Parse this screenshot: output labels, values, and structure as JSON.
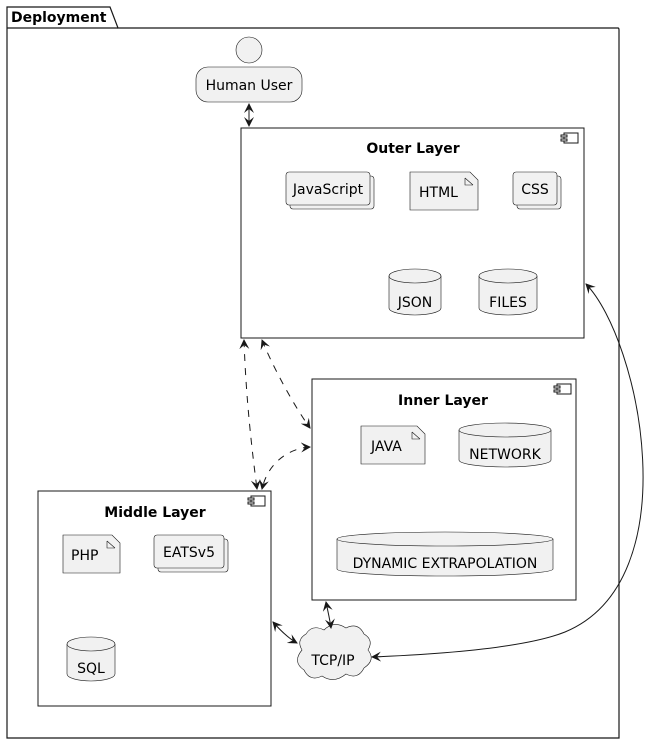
{
  "package": {
    "title": "Deployment"
  },
  "actor": {
    "label": "Human User"
  },
  "components": {
    "outer": {
      "title": "Outer Layer",
      "collections": [
        "JavaScript",
        "CSS"
      ],
      "artifacts": [
        "HTML"
      ],
      "databases": [
        "JSON",
        "FILES"
      ]
    },
    "inner": {
      "title": "Inner Layer",
      "artifacts": [
        "JAVA"
      ],
      "databases": [
        "NETWORK",
        "DYNAMIC EXTRAPOLATION"
      ]
    },
    "middle": {
      "title": "Middle Layer",
      "artifacts": [
        "PHP"
      ],
      "collections": [
        "EATSv5"
      ],
      "databases": [
        "SQL"
      ]
    }
  },
  "cloud": {
    "label": "TCP/IP"
  },
  "edges": [
    {
      "from": "Human User",
      "to": "Outer Layer",
      "style": "solid",
      "arrows": "both"
    },
    {
      "from": "Outer Layer",
      "to": "Inner Layer",
      "style": "dashed",
      "arrows": "both"
    },
    {
      "from": "Outer Layer",
      "to": "Middle Layer",
      "style": "dashed",
      "arrows": "both"
    },
    {
      "from": "Inner Layer",
      "to": "Middle Layer",
      "style": "dashed",
      "arrows": "both"
    },
    {
      "from": "Outer Layer",
      "to": "TCP/IP",
      "style": "solid",
      "arrows": "both"
    },
    {
      "from": "Inner Layer",
      "to": "TCP/IP",
      "style": "solid",
      "arrows": "both"
    },
    {
      "from": "Middle Layer",
      "to": "TCP/IP",
      "style": "solid",
      "arrows": "both"
    }
  ]
}
